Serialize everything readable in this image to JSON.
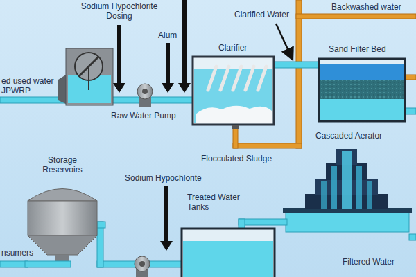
{
  "diagram": {
    "labels": [
      "Sodium Hypochlorite Dosing",
      "Alum",
      "Clarified Water",
      "Backwashed water",
      "Clarifier",
      "Sand Filter Bed",
      "ed used water JPWRP",
      "Raw Water Pump",
      "Flocculated Sludge",
      "Storage Reservoirs",
      "Sodium Hypochlorite",
      "Cascaded Aerator",
      "Treated Water Tanks",
      "nsumers",
      "Filtered Water"
    ]
  }
}
